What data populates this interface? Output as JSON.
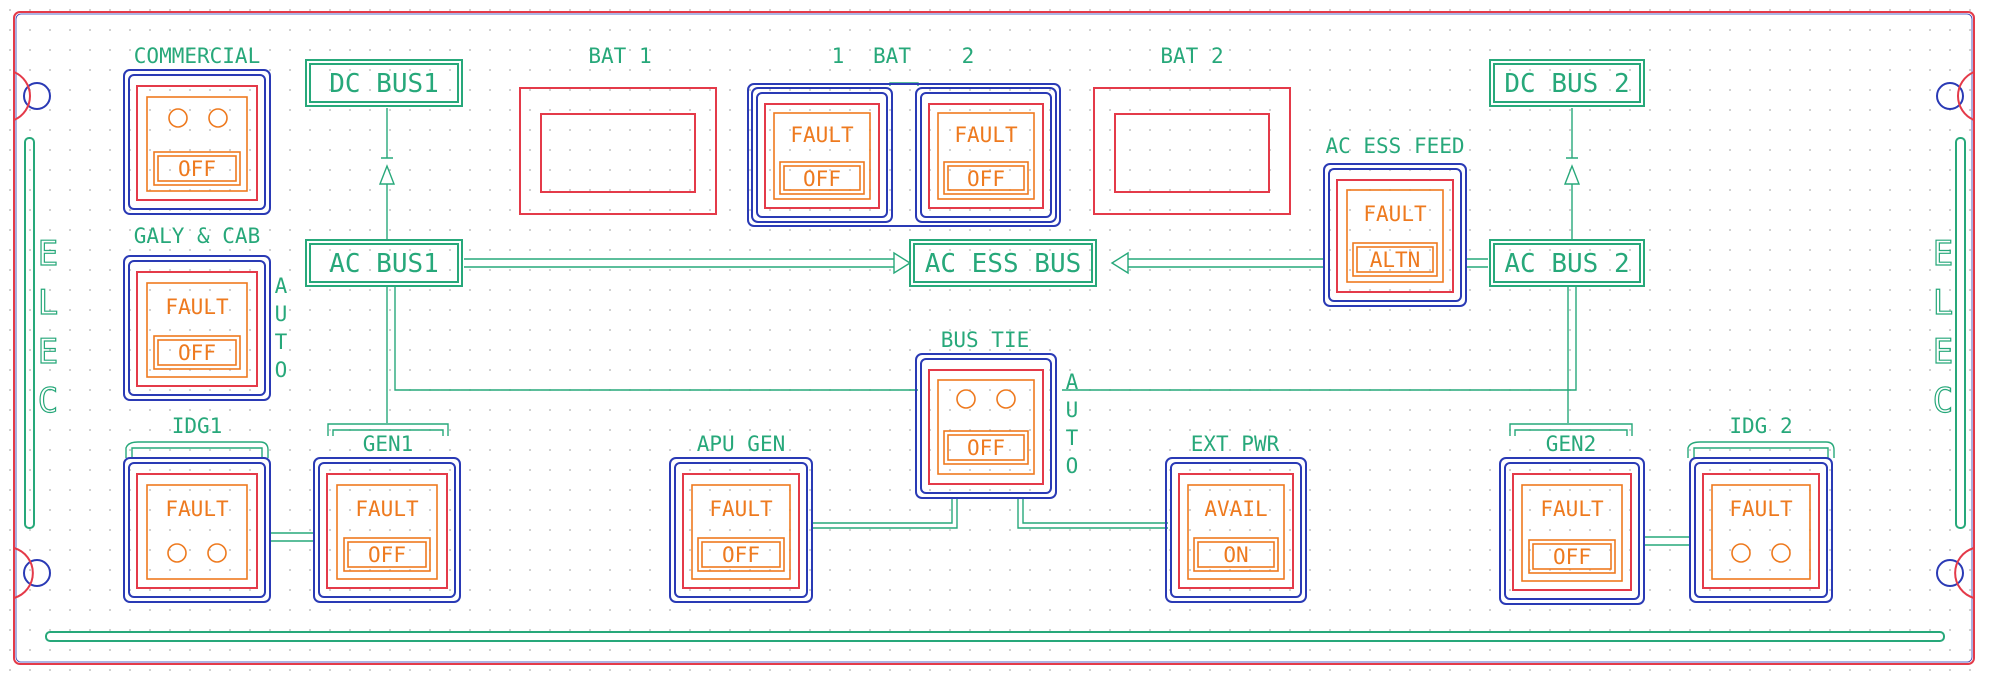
{
  "colors": {
    "panel_outline": "#e43a49",
    "button_outer": "#2a3ab5",
    "legend": "#ee7a1f",
    "bus_lines": "#27a87a",
    "grid_dots": "#c2c2c2"
  },
  "panel": {
    "side_label_letters": [
      "E",
      "L",
      "E",
      "C"
    ]
  },
  "buses": {
    "dc_bus_1": "DC BUS1",
    "dc_bus_2": "DC BUS 2",
    "ac_bus_1": "AC BUS1",
    "ac_bus_2": "AC BUS 2",
    "ac_ess_bus": "AC ESS BUS"
  },
  "indicators": {
    "bat1_label": "BAT 1",
    "bat2_label": "BAT 2"
  },
  "battery_pair": {
    "prefix": "1",
    "label": "BAT",
    "suffix": "2"
  },
  "auto_letters": [
    "A",
    "U",
    "T",
    "O"
  ],
  "buttons": {
    "commercial": {
      "label": "COMMERCIAL",
      "bottom": "OFF"
    },
    "galy_cab": {
      "label": "GALY & CAB",
      "top": "FAULT",
      "bottom": "OFF"
    },
    "idg1": {
      "label": "IDG1",
      "top": "FAULT"
    },
    "gen1": {
      "label": "GEN1",
      "top": "FAULT",
      "bottom": "OFF"
    },
    "bat1": {
      "top": "FAULT",
      "bottom": "OFF"
    },
    "bat2": {
      "top": "FAULT",
      "bottom": "OFF"
    },
    "ac_ess_feed": {
      "label": "AC  ESS  FEED",
      "top": "FAULT",
      "bottom": "ALTN"
    },
    "bus_tie": {
      "label": "BUS  TIE",
      "bottom": "OFF"
    },
    "apu_gen": {
      "label": "APU  GEN",
      "top": "FAULT",
      "bottom": "OFF"
    },
    "ext_pwr": {
      "label": "EXT  PWR",
      "top": "AVAIL",
      "bottom": "ON"
    },
    "gen2": {
      "label": "GEN2",
      "top": "FAULT",
      "bottom": "OFF"
    },
    "idg2": {
      "label": "IDG 2",
      "top": "FAULT"
    }
  }
}
